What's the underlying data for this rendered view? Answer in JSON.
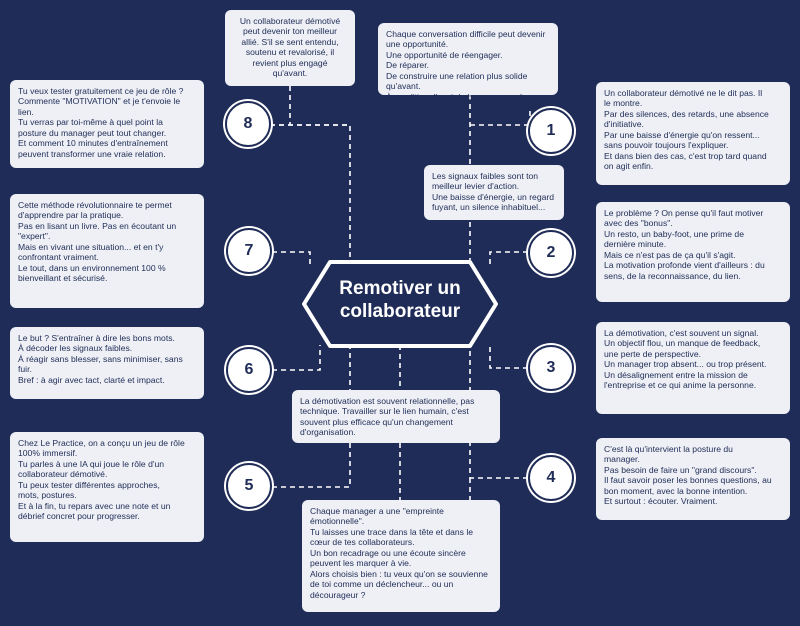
{
  "title": "Remotiver un collaborateur",
  "numbers": [
    "1",
    "2",
    "3",
    "4",
    "5",
    "6",
    "7",
    "8"
  ],
  "cards": {
    "top_center": "Un collaborateur démotivé\npeut devenir ton meilleur\nallié. S'il se sent entendu,\nsoutenu et revalorisé, il\nrevient plus engagé\nqu'avant.",
    "top_right": "Chaque conversation difficile peut devenir\nune opportunité.\nUne opportunité de réengager.\nDe réparer.\nDe construire une relation plus solide qu'avant.\nÀ condition d'avoir la bonne approche.",
    "left_1": "Tu veux tester gratuitement ce jeu de rôle ?\nCommente \"MOTIVATION\" et je t'envoie le\nlien.\nTu verras par toi-même à quel point la\nposture du manager peut tout changer.\nEt comment 10 minutes d'entraînement\npeuvent transformer une vraie relation.",
    "right_1": "Un collaborateur démotivé ne le dit pas. Il\nle montre.\nPar des silences, des retards, une absence\nd'initiative.\nPar une baisse d'énergie qu'on ressent...\nsans pouvoir toujours l'expliquer.\nEt dans bien des cas, c'est trop tard quand\non agit enfin.",
    "mid_signals": "Les signaux faibles sont ton\nmeilleur levier d'action.\nUne baisse d'énergie, un regard\nfuyant, un silence inhabituel...",
    "left_2": "Cette méthode révolutionnaire te permet\nd'apprendre par la pratique.\nPas en lisant un livre. Pas en écoutant un\n\"expert\".\nMais en vivant une situation... et en t'y\nconfrontant vraiment.\nLe tout, dans un environnement 100 %\nbienveillant et sécurisé.",
    "right_2": "Le problème ? On pense qu'il faut motiver\navec des \"bonus\".\nUn resto, un baby-foot, une prime de\ndernière minute.\nMais ce n'est pas de ça qu'il s'agit.\nLa motivation profonde vient d'ailleurs : du\nsens, de la reconnaissance, du lien.",
    "left_3": "Le but ? S'entraîner à dire les bons mots.\nÀ décoder les signaux faibles.\nÀ réagir sans blesser, sans minimiser, sans\nfuir.\nBref : à agir avec tact, clarté et impact.",
    "right_3": "La démotivation, c'est souvent un signal.\nUn objectif flou, un manque de feedback,\nune perte de perspective.\nUn manager trop absent... ou trop présent.\nUn désalignement entre la mission de\nl'entreprise et ce qui anime la personne.",
    "mid_relation": "La démotivation est souvent relationnelle, pas\ntechnique. Travailler sur le lien humain, c'est\nsouvent plus efficace qu'un changement\nd'organisation.",
    "left_4": "Chez Le Practice, on a conçu un jeu de rôle\n100% immersif.\nTu parles à une IA qui joue le rôle d'un\ncollaborateur démotivé.\nTu peux tester différentes approches,\nmots, postures.\nEt à la fin, tu repars avec une note et un\ndébrief concret pour progresser.",
    "right_4": "C'est là qu'intervient la posture du\nmanager.\nPas besoin de faire un \"grand discours\".\nIl faut savoir poser les bonnes questions, au\nbon moment, avec la bonne intention.\nEt surtout : écouter. Vraiment.",
    "bottom_center": "Chaque manager a une \"empreinte\némotionnelle\".\nTu laisses une trace dans la tête et dans le\ncœur de tes collaborateurs.\nUn bon recadrage ou une écoute sincère\npeuvent les marquer à vie.\nAlors choisis bien : tu veux qu'on se souvienne\nde toi comme un déclencheur... ou un\ndécourageur ?"
  }
}
